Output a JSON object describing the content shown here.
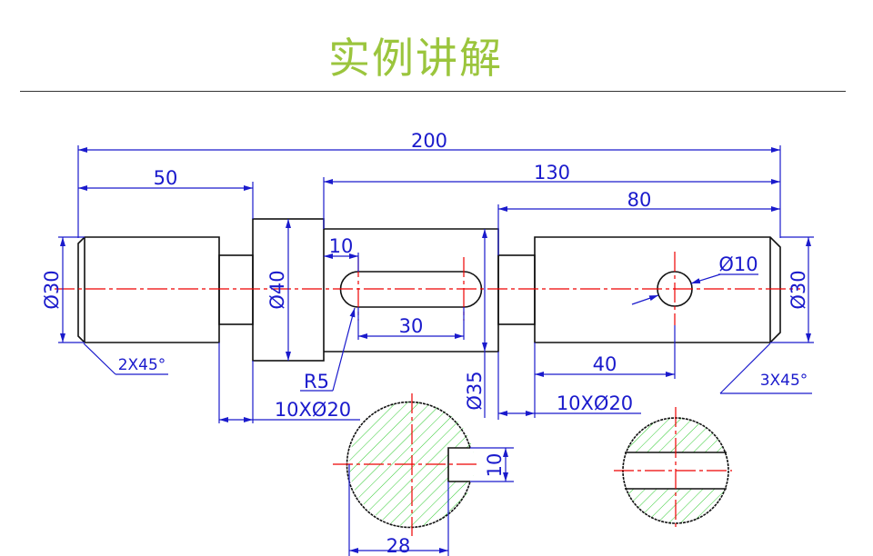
{
  "title": "实例讲解",
  "colors": {
    "title": "#9bc53d",
    "outline": "#111111",
    "centerline": "#ee0000",
    "dimension": "#1a1acc",
    "hatch": "#33cc33"
  },
  "dimensions": {
    "overall_length": "200",
    "left_journal_length": "50",
    "right_section_length": "130",
    "right_journal_length": "80",
    "left_diameter": "Ø30",
    "collar_diameter": "Ø40",
    "middle_diameter": "Ø35",
    "right_diameter": "Ø30",
    "keyway_offset": "10",
    "keyway_length": "30",
    "keyway_radius": "R5",
    "hole_position": "40",
    "hole_diameter": "Ø10",
    "left_chamfer": "2X45°",
    "right_chamfer": "3X45°",
    "left_groove": "10XØ20",
    "right_groove": "10XØ20",
    "section_keyway_width": "10",
    "section_keyway_depth": "28"
  }
}
